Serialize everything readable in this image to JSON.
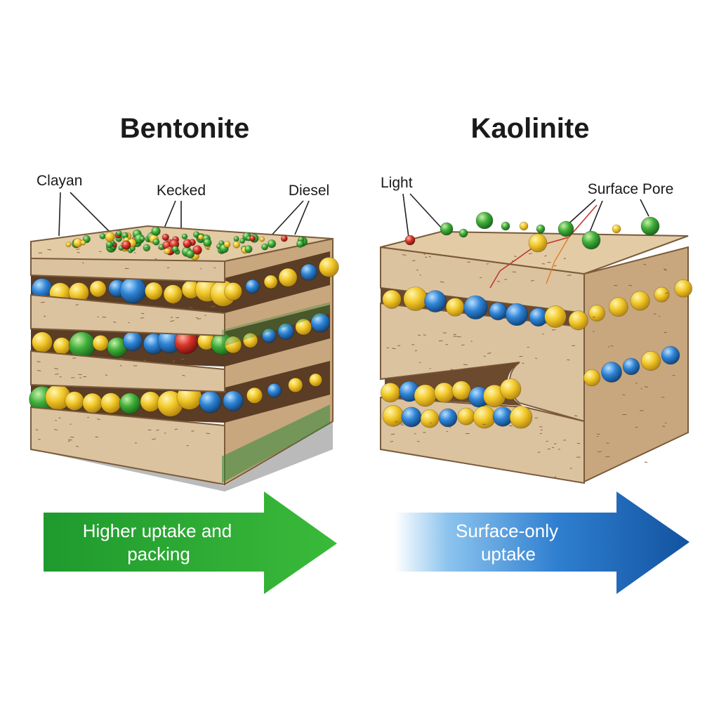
{
  "panels": {
    "left": {
      "title": "Bentonite",
      "labels": [
        "Clayan",
        "Kecked",
        "Diesel"
      ],
      "arrow": {
        "line1": "Higher uptake and",
        "line2": "packing",
        "color": "#22a03a"
      }
    },
    "right": {
      "title": "Kaolinite",
      "labels": [
        "Light",
        "Surface Pore"
      ],
      "arrow": {
        "line1": "Surface-only",
        "line2": "uptake",
        "color": "#1868b8"
      }
    }
  },
  "colors": {
    "clay": "#dcc3a0",
    "clay_dark": "#b89870",
    "yellow": "#f2c82a",
    "blue": "#2f84d6",
    "green": "#3fae3a",
    "red": "#d8342a"
  }
}
